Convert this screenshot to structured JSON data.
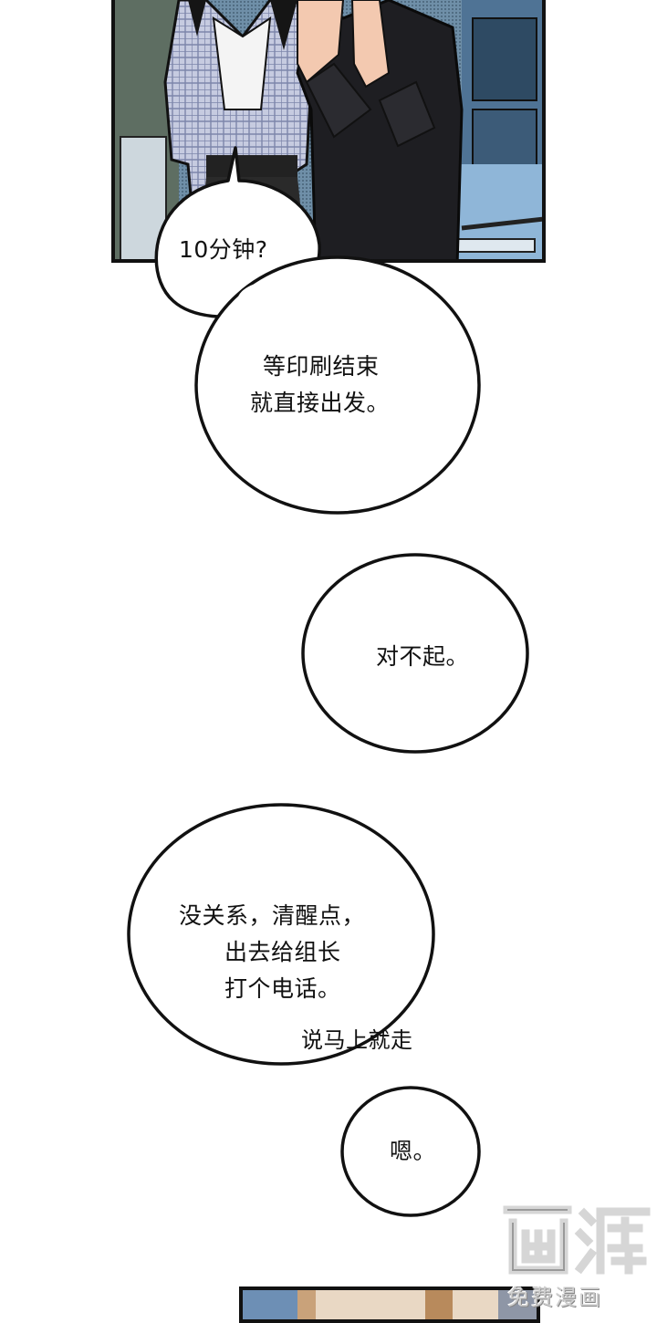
{
  "bubbles": {
    "b1_line1": "10分钟?",
    "b2_line1": "等印刷结束",
    "b2_line2": "就直接出发。",
    "b3_line1": "对不起。",
    "b4_line1": "没关系，清醒点，",
    "b4_line2": "出去给组长",
    "b4_line3": "打个电话。",
    "b4_aside": "说马上就走",
    "b5_line1": "嗯。"
  },
  "watermark": {
    "sub": "免费漫画"
  },
  "colors": {
    "ink": "#111111",
    "paper": "#ffffff",
    "shirt_check": "#8e97b8",
    "jacket": "#1e1e22",
    "skin": "#f3c9b0",
    "background_blue": "#6f9cc4"
  }
}
